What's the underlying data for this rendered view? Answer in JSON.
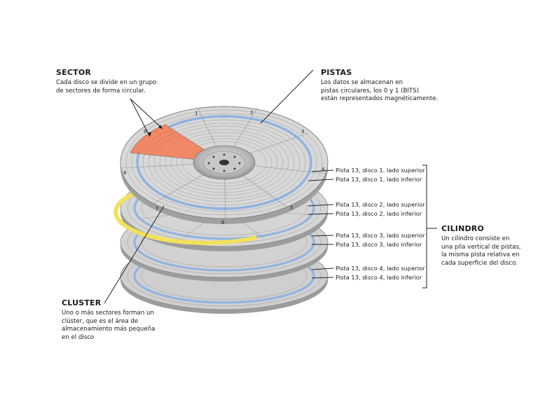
{
  "sector": {
    "title": "SECTOR",
    "description": "Cada disco se divide en un grupo\nde sectores de forma circular."
  },
  "pistas": {
    "title": "PISTAS",
    "description": "Los datos se almacenan en\npistas circulares, los 0 y 1 (BITS)\nestán representados magnéticamente."
  },
  "cluster": {
    "title": "CLUSTER",
    "description": "Uno o más sectores forman un\nclúster, que es el área de\nalmacenamiento más pequeña\nen el disco"
  },
  "cilindro": {
    "title": "CILINDRO",
    "description": "Un cilindro consiste en\nuna pila vertical de pistas,\nla misma pista relativa en\ncada superficie del disco."
  },
  "track_labels": [
    "Pista 13, disco 1, lado superior",
    "Pista 13, disco 1, lado inferior",
    "Pista 13, disco 2, lado superior",
    "Pista 13, disco 2, lado inferior",
    "Pista 13, disco 3, lado superior",
    "Pista 13, disco 3, lado inferior",
    "Pista 13, disco 4, lado superior",
    "Pista 13, disco 4, lado inferior"
  ],
  "sector_numbers": [
    "1",
    "2",
    "3",
    "4",
    "5",
    "6",
    "7",
    "8",
    "9"
  ],
  "colors": {
    "platter": "#c9c9c9",
    "track_highlight": "#8fb3e0",
    "sector_highlight": "#f08866",
    "cluster_highlight": "#f2e25a"
  }
}
